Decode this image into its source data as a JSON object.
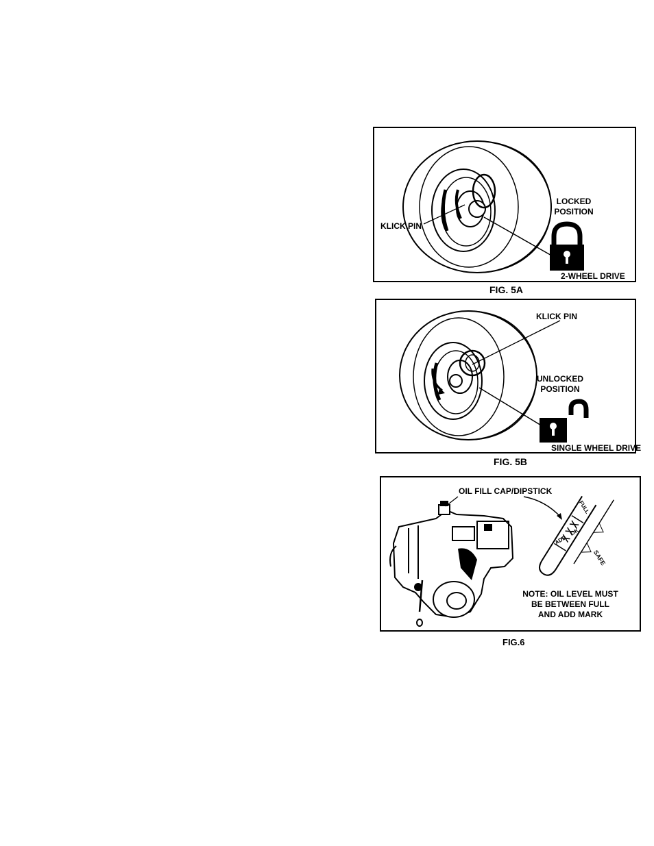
{
  "fig5a": {
    "caption": "FIG. 5A",
    "klick_pin": "KLICK PIN",
    "position_line1": "LOCKED",
    "position_line2": "POSITION",
    "drive_label": "2-WHEEL DRIVE",
    "lock_icon": "locked-padlock-icon"
  },
  "fig5b": {
    "caption": "FIG. 5B",
    "klick_pin": "KLICK PIN",
    "position_line1": "UNLOCKED",
    "position_line2": "POSITION",
    "drive_label": "SINGLE WHEEL DRIVE",
    "lock_icon": "unlocked-padlock-icon"
  },
  "fig6": {
    "caption": "FIG.6",
    "callout": "OIL FILL CAP/DIPSTICK",
    "dipstick_full": "FULL",
    "dipstick_ok": "OK",
    "dipstick_add": "ADD",
    "dipstick_safe": "SAFE",
    "note_line1": "NOTE: OIL LEVEL MUST",
    "note_line2": "BE BETWEEN FULL",
    "note_line3": "AND ADD MARK"
  }
}
